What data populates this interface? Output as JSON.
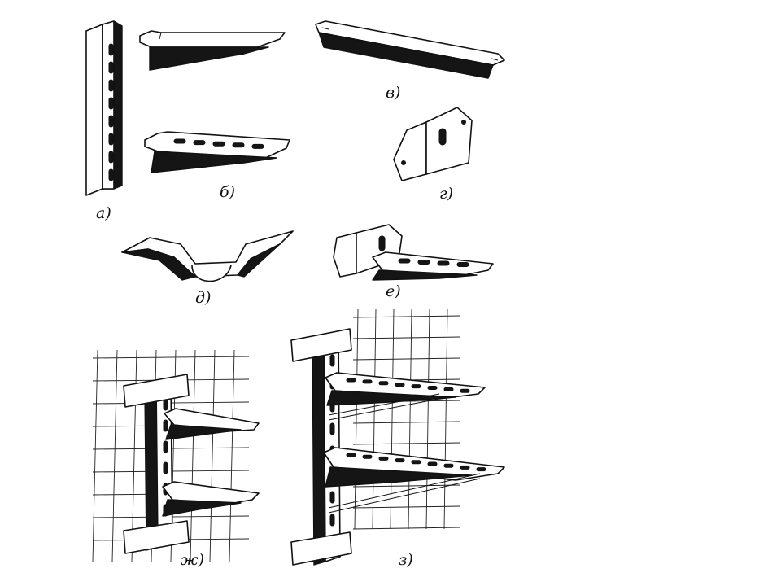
{
  "figure": {
    "labels": {
      "a": "а)",
      "b": "б)",
      "v": "в)",
      "g": "г)",
      "d": "д)",
      "e": "е)",
      "zh": "ж)",
      "z": "з)"
    },
    "colors": {
      "ink": "#111111",
      "paper": "#ffffff"
    }
  }
}
